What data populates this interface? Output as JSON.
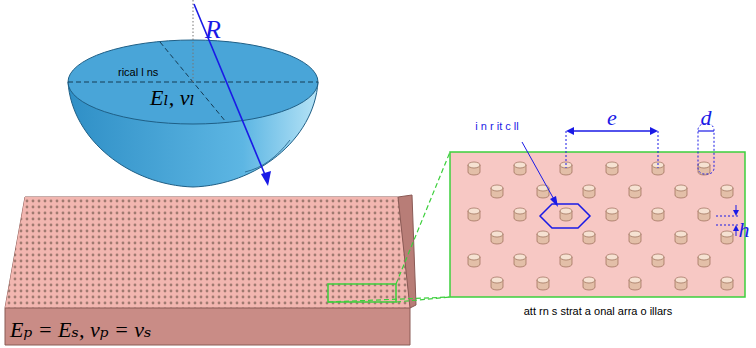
{
  "diagram": {
    "labels": [
      "R",
      "Eₗ, νₗ",
      "rical l ns",
      "i n r it c ll",
      "e",
      "d",
      "h",
      "att rn s strat a onal arra o illars",
      "Eₚ = Eₛ, νₚ = νₛ"
    ]
  }
}
